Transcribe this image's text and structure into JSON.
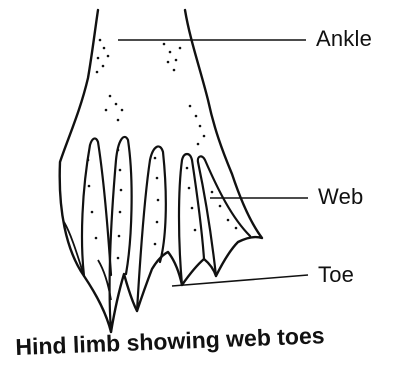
{
  "labels": {
    "ankle": "Ankle",
    "web": "Web",
    "toe": "Toe"
  },
  "caption": "Hind limb showing web toes",
  "colors": {
    "ink": "#111111",
    "background": "#ffffff"
  }
}
